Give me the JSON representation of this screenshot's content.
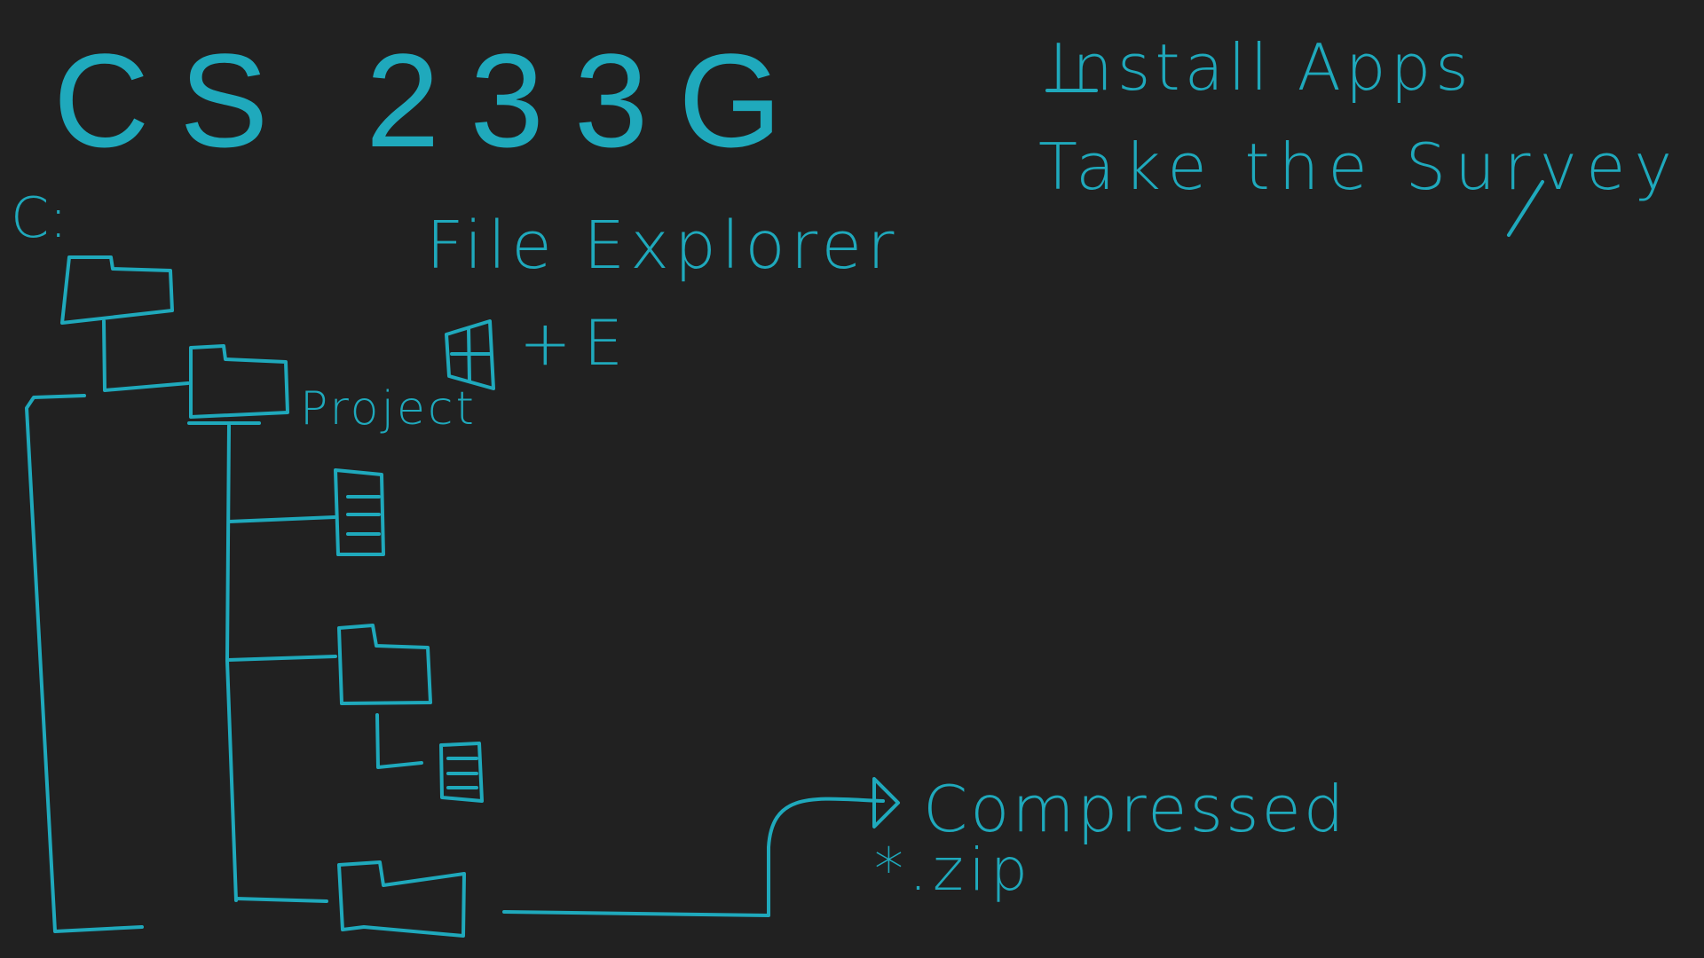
{
  "canvas": {
    "background": "#212121",
    "ink_color": "#1fa9bc"
  },
  "title": "CS 233G",
  "drive": "C:",
  "file_explorer": {
    "label": "File Explorer",
    "shortcut_plus": "+",
    "shortcut_key": "E",
    "windows_key_icon": "windows-key-icon"
  },
  "tree": {
    "project_label": "Project",
    "icons": [
      "folder-icon",
      "file-icon"
    ]
  },
  "todo": {
    "item1": "Install Apps",
    "item2": "Take the Survey"
  },
  "compressed": {
    "label": "Compressed",
    "pattern": "*.zip"
  }
}
